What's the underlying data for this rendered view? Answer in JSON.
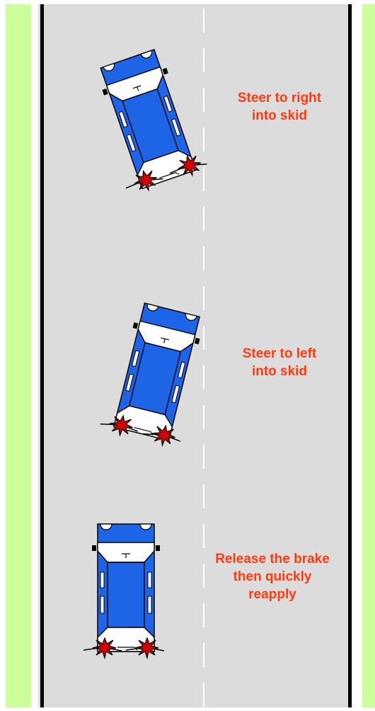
{
  "colors": {
    "grass": "#ccff99",
    "road": "#dcdcdc",
    "edge_line": "#000000",
    "center_line": "#ffffff",
    "car_body": "#1e64e6",
    "car_outline": "#000000",
    "car_glass": "#ffffff",
    "skid_burst": "#d40000",
    "label_text": "#ff3a10"
  },
  "diagram": {
    "steps": [
      {
        "instruction": "Steer to right into skid"
      },
      {
        "instruction": "Steer to left into skid"
      },
      {
        "instruction": "Release the brake then quickly reapply"
      }
    ]
  },
  "labels": {
    "step1": {
      "line1": "Steer to right",
      "line2": "into skid"
    },
    "step2": {
      "line1": "Steer to left",
      "line2": "into skid"
    },
    "step3": {
      "line1": "Release the brake",
      "line2": "then quickly",
      "line3": "reapply"
    }
  }
}
